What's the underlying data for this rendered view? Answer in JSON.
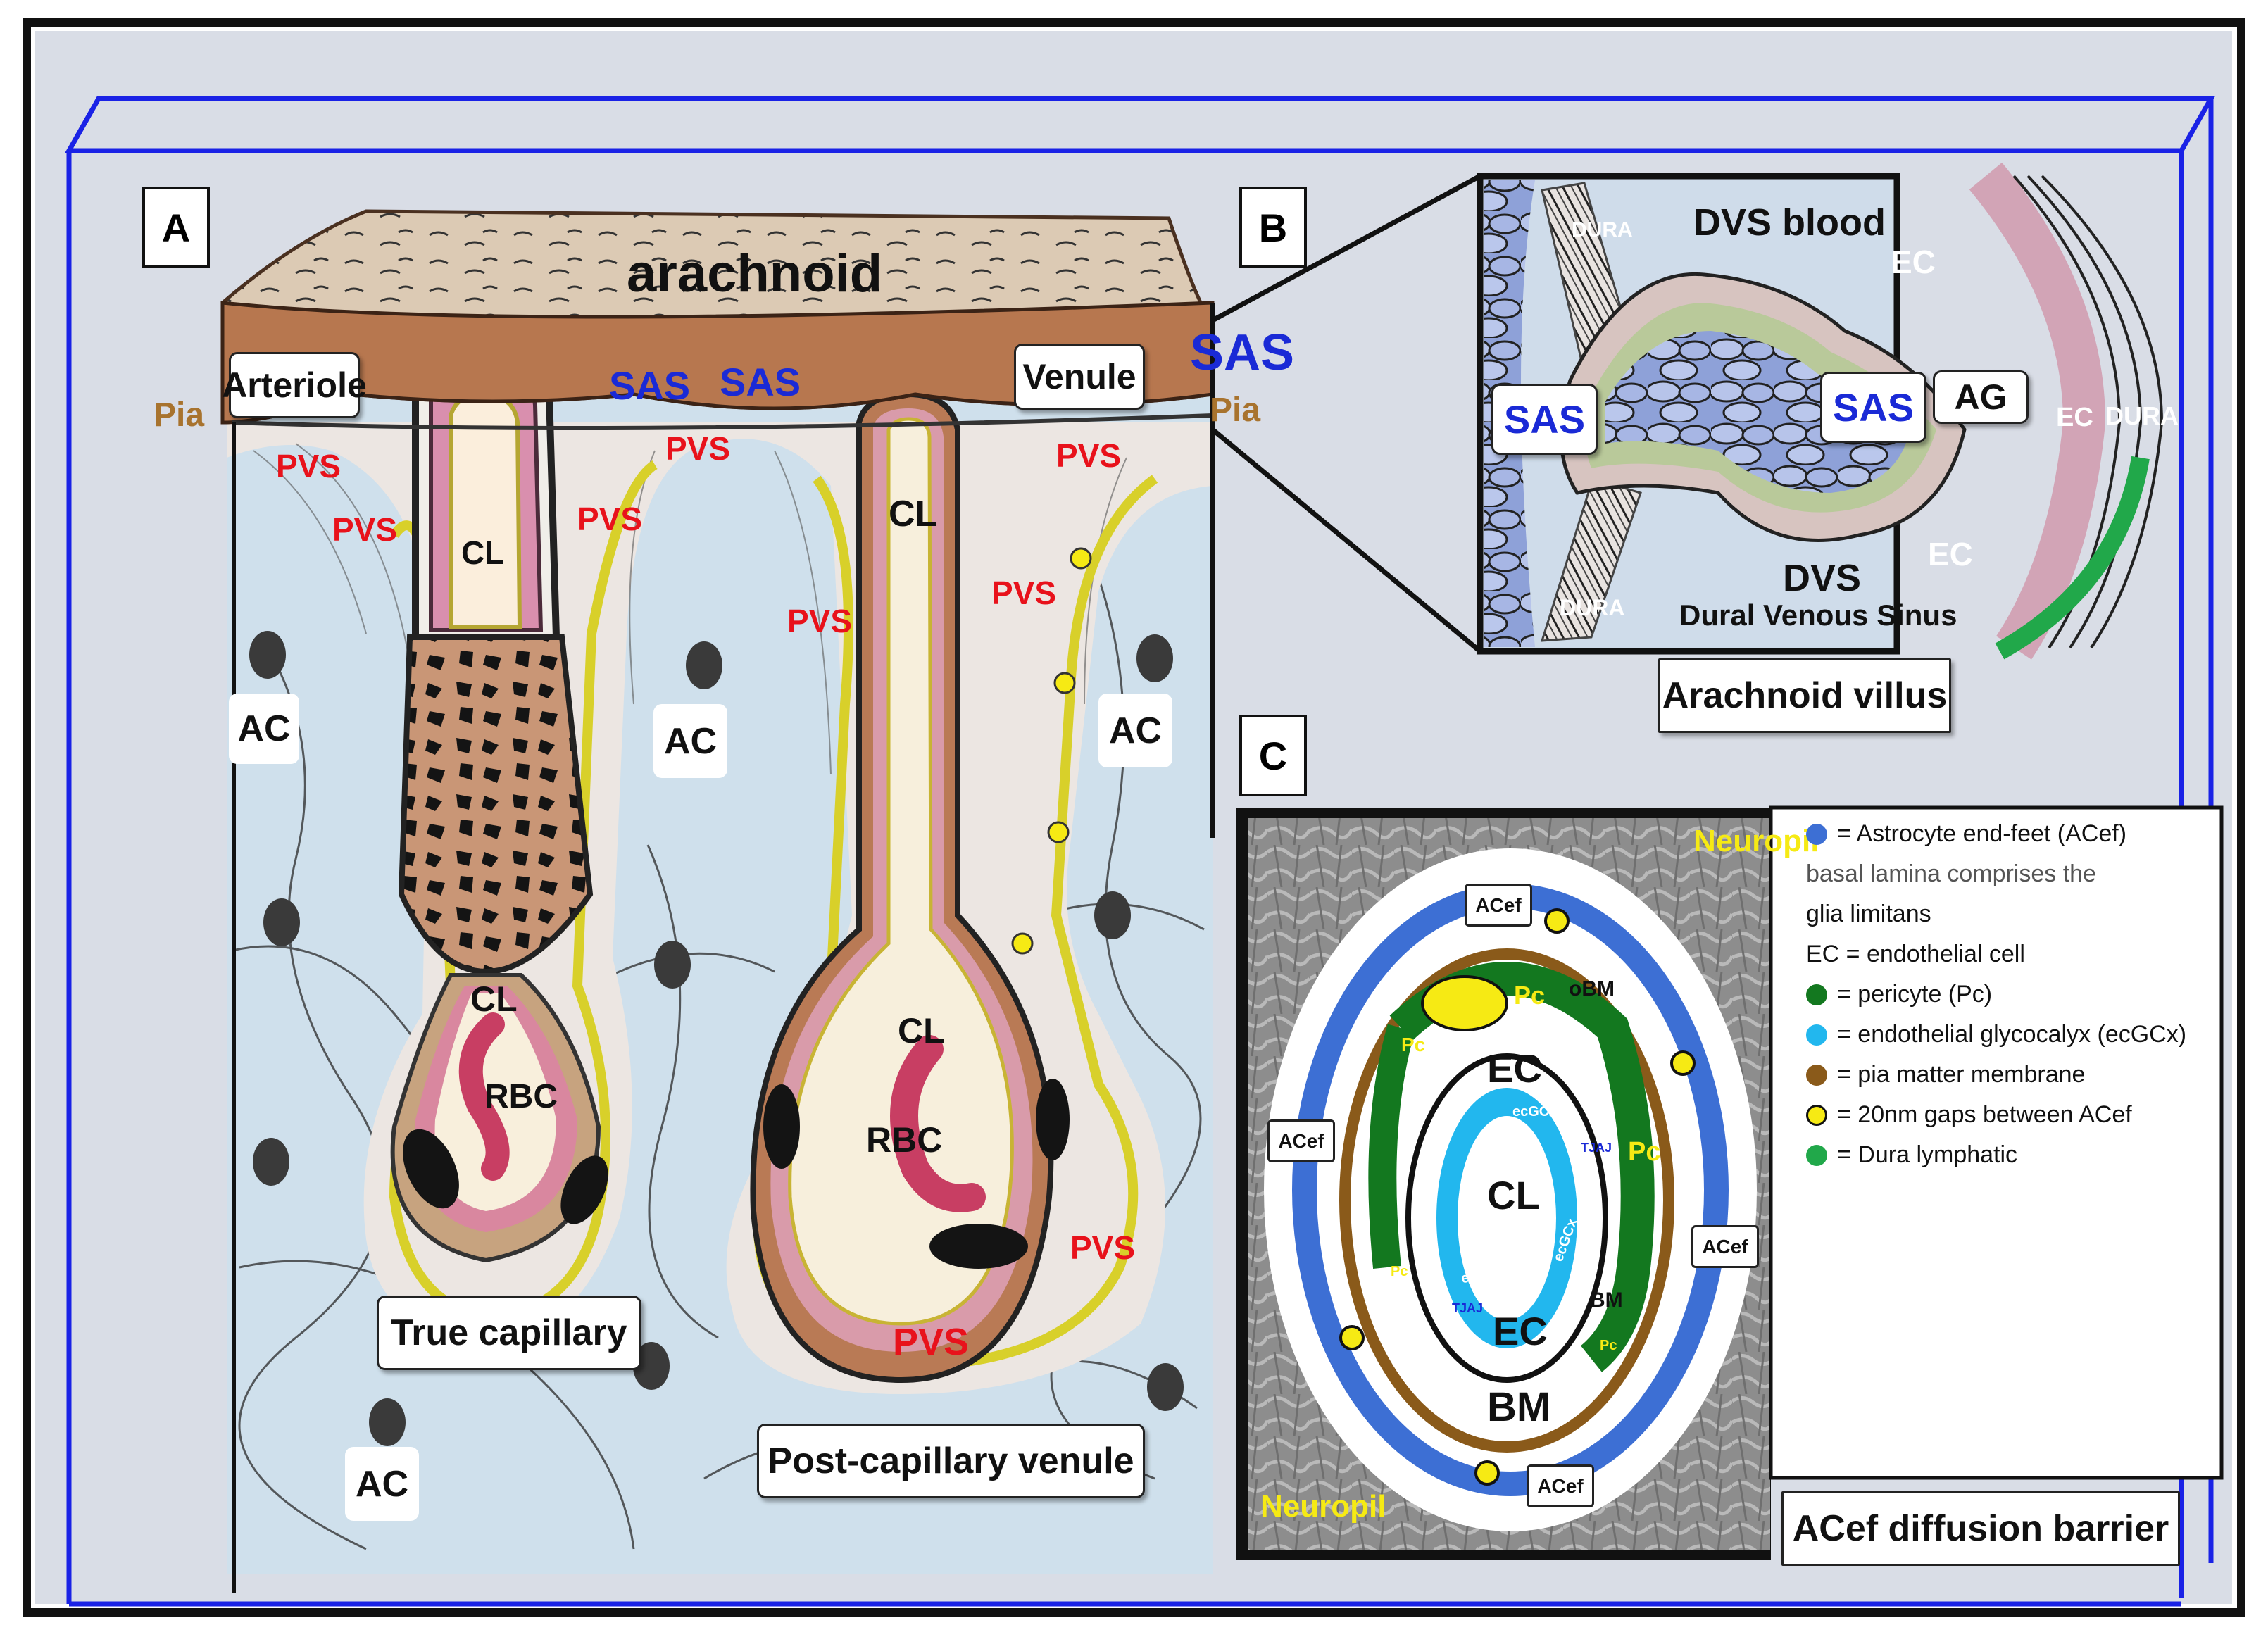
{
  "panels": {
    "a": "A",
    "b": "B",
    "c": "C"
  },
  "panel_a": {
    "arachnoid": "arachnoid",
    "arteriole": "Arteriole",
    "venule": "Venule",
    "sas_big": "SAS",
    "sas_1": "SAS",
    "sas_2": "SAS",
    "pia_left": "Pia",
    "pia_right": "Pia",
    "pvs": "PVS",
    "cl": "CL",
    "rbc": "RBC",
    "ac": "AC",
    "true_capillary": "True capillary",
    "post_capillary_venule": "Post-capillary venule"
  },
  "panel_b": {
    "dvs_blood": "DVS blood",
    "ec": "EC",
    "dura": "DURA",
    "sas": "SAS",
    "ag": "AG",
    "dvs": "DVS",
    "dural_venous_sinus": "Dural Venous Sinus",
    "arachnoid_villus": "Arachnoid villus"
  },
  "panel_c": {
    "neuropil": "Neuropil",
    "acef": "ACef",
    "pc": "Pc",
    "obm": "oBM",
    "ec": "EC",
    "cl": "CL",
    "ecgcx": "ecGCx",
    "tjaj": "TJAJ",
    "bm_small": "BM",
    "bm": "BM",
    "acef_diffusion_barrier": "ACef diffusion barrier"
  },
  "legend": {
    "items": [
      {
        "color": "#3d6fd4",
        "text": "= Astrocyte end-feet (ACef)"
      },
      {
        "color": "",
        "text": "basal lamina comprises the"
      },
      {
        "color": "",
        "text": "glia limitans"
      },
      {
        "color": "",
        "text": "EC  = endothelial cell"
      },
      {
        "color": "#13781f",
        "text": "=  pericyte (Pc)"
      },
      {
        "color": "#22b7ee",
        "text": "= endothelial glycocalyx (ecGCx)"
      },
      {
        "color": "#8a5a1a",
        "text": "= pia matter membrane"
      },
      {
        "color": "#f6ea14",
        "text": "= 20nm gaps between ACef"
      },
      {
        "color": "#21a84a",
        "text": "= Dura lymphatic"
      }
    ]
  },
  "colors": {
    "frame_blue": "#1a22e6",
    "pvs_red": "#e8121b",
    "sas_blue": "#1a2ad6",
    "pia_brown": "#a8732e",
    "astrocyte_blue": "#3d6fd4",
    "pericyte_green": "#13781f",
    "glycocalyx_cyan": "#22b7ee",
    "gap_yellow": "#f6ea14"
  }
}
